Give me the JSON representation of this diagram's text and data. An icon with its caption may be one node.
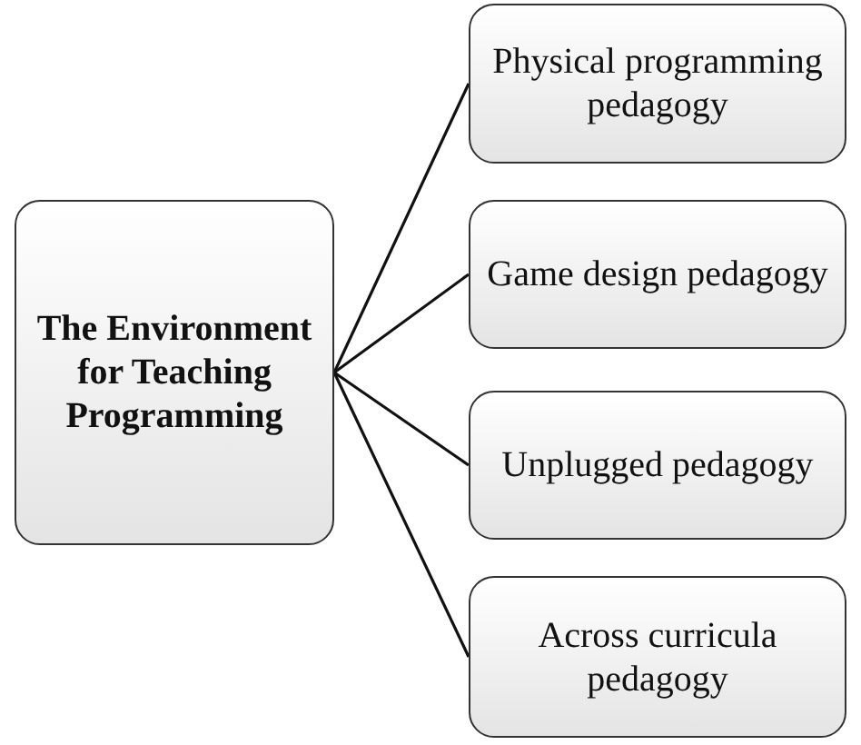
{
  "diagram": {
    "nodes": [
      {
        "text": [
          "The Environment for Teaching Programming"
        ]
      },
      {
        "text": [
          "Physical programming pedagogy"
        ]
      },
      {
        "text": [
          "Game design pedagogy"
        ]
      },
      {
        "text": [
          "Unplugged pedagogy"
        ]
      },
      {
        "text": [
          "Across curricula pedagogy"
        ]
      }
    ],
    "edges": [
      {
        "from": 0,
        "to": 1,
        "arrow": "none"
      },
      {
        "from": 0,
        "to": 2,
        "arrow": "none"
      },
      {
        "from": 0,
        "to": 3,
        "arrow": "none"
      },
      {
        "from": 0,
        "to": 4,
        "arrow": "none"
      }
    ]
  }
}
